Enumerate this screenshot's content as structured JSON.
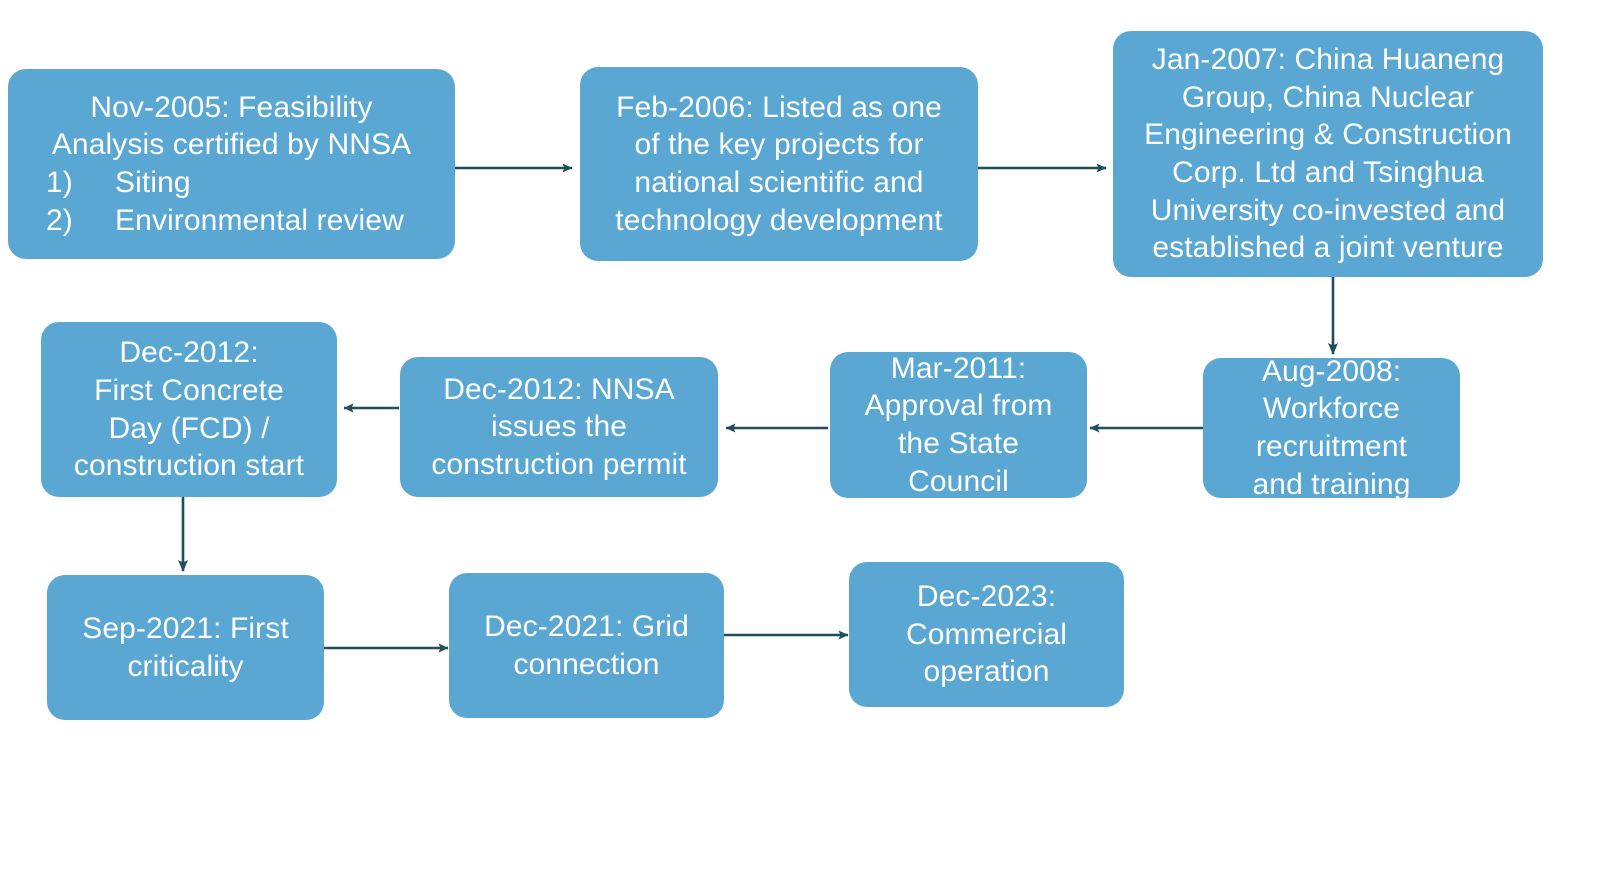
{
  "diagram": {
    "title": "HTR-PM project milestone timeline flowchart",
    "colors": {
      "node_fill": "#59A7D2",
      "node_text": "#FFFFFF",
      "connector": "#1F4E5F",
      "background": "#FFFFFF"
    },
    "nodes": [
      {
        "id": "nov-2005",
        "name": "node-nov-2005-feasibility",
        "lines": [
          "Nov-2005: Feasibility",
          "Analysis certified by NNSA"
        ],
        "list": [
          "1)     Siting",
          "2)     Environmental review"
        ]
      },
      {
        "id": "feb-2006",
        "name": "node-feb-2006-key-project",
        "lines": [
          "Feb-2006: Listed as one",
          "of the key projects for",
          "national scientific and",
          "technology development"
        ],
        "list": []
      },
      {
        "id": "jan-2007",
        "name": "node-jan-2007-joint-venture",
        "lines": [
          "Jan-2007: China Huaneng",
          "Group, China Nuclear",
          "Engineering & Construction",
          "Corp. Ltd and Tsinghua",
          "University co-invested and",
          "established a joint venture"
        ],
        "list": []
      },
      {
        "id": "aug-2008",
        "name": "node-aug-2008-workforce",
        "lines": [
          "Aug-2008:",
          "Workforce",
          "recruitment",
          "and training"
        ],
        "list": []
      },
      {
        "id": "mar-2011",
        "name": "node-mar-2011-state-council",
        "lines": [
          "Mar-2011:",
          "Approval from",
          "the State",
          "Council"
        ],
        "list": []
      },
      {
        "id": "dec-2012-permit",
        "name": "node-dec-2012-construction-permit",
        "lines": [
          "Dec-2012: NNSA",
          "issues the",
          "construction permit"
        ],
        "list": []
      },
      {
        "id": "dec-2012-fcd",
        "name": "node-dec-2012-first-concrete-day",
        "lines": [
          "Dec-2012:",
          "First Concrete",
          "Day (FCD) /",
          "construction start"
        ],
        "list": []
      },
      {
        "id": "sep-2021",
        "name": "node-sep-2021-first-criticality",
        "lines": [
          "Sep-2021: First",
          "criticality"
        ],
        "list": []
      },
      {
        "id": "dec-2021",
        "name": "node-dec-2021-grid-connection",
        "lines": [
          "Dec-2021: Grid",
          "connection"
        ],
        "list": []
      },
      {
        "id": "dec-2023",
        "name": "node-dec-2023-commercial-operation",
        "lines": [
          "Dec-2023:",
          "Commercial",
          "operation"
        ],
        "list": []
      }
    ],
    "edges": [
      {
        "name": "edge-nov2005-to-feb2006",
        "from": "nov-2005",
        "to": "feb-2006",
        "direction": "right"
      },
      {
        "name": "edge-feb2006-to-jan2007",
        "from": "feb-2006",
        "to": "jan-2007",
        "direction": "right"
      },
      {
        "name": "edge-jan2007-to-aug2008",
        "from": "jan-2007",
        "to": "aug-2008",
        "direction": "down"
      },
      {
        "name": "edge-aug2008-to-mar2011",
        "from": "aug-2008",
        "to": "mar-2011",
        "direction": "left"
      },
      {
        "name": "edge-mar2011-to-dec2012permit",
        "from": "mar-2011",
        "to": "dec-2012-permit",
        "direction": "left"
      },
      {
        "name": "edge-dec2012permit-to-dec2012fcd",
        "from": "dec-2012-permit",
        "to": "dec-2012-fcd",
        "direction": "left"
      },
      {
        "name": "edge-dec2012fcd-to-sep2021",
        "from": "dec-2012-fcd",
        "to": "sep-2021",
        "direction": "down"
      },
      {
        "name": "edge-sep2021-to-dec2021",
        "from": "sep-2021",
        "to": "dec-2021",
        "direction": "right"
      },
      {
        "name": "edge-dec2021-to-dec2023",
        "from": "dec-2021",
        "to": "dec-2023",
        "direction": "right"
      }
    ]
  }
}
